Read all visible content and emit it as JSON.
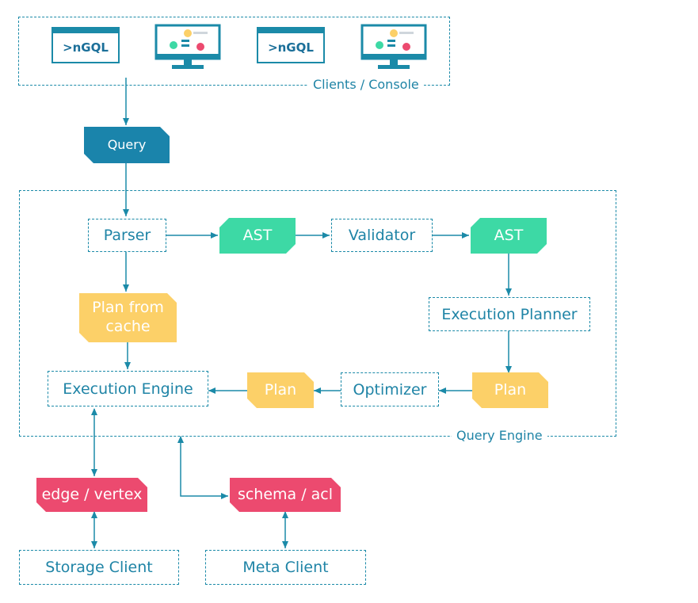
{
  "clients": {
    "group_label": "Clients / Console",
    "ngql_label": ">nGQL"
  },
  "query_label": "Query",
  "engine": {
    "group_label": "Query Engine",
    "parser": "Parser",
    "ast": "AST",
    "validator": "Validator",
    "execution_planner": "Execution Planner",
    "plan_from_cache": "Plan from cache",
    "execution_engine": "Execution Engine",
    "plan": "Plan",
    "optimizer": "Optimizer"
  },
  "edge_vertex": "edge / vertex",
  "schema_acl": "schema / acl",
  "storage_client": "Storage Client",
  "meta_client": "Meta Client",
  "colors": {
    "line": "#1b8aa8",
    "green": "#3dd9a5",
    "yellow": "#fcd068",
    "blue": "#1a84ab",
    "red": "#ec4a6f"
  }
}
